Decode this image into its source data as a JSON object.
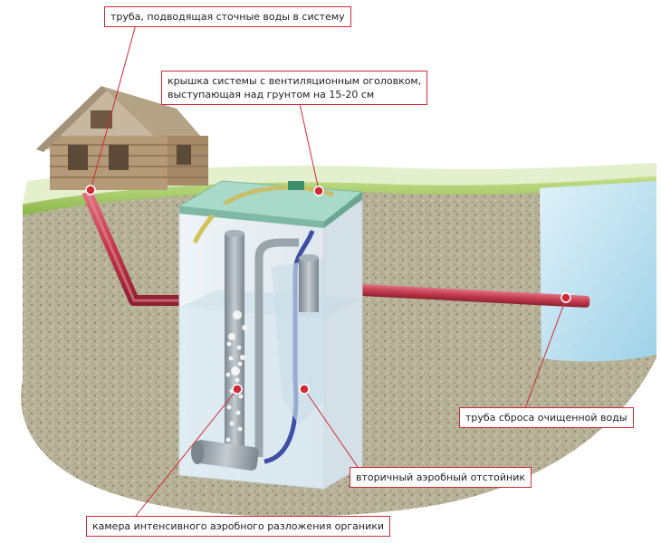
{
  "labels": {
    "inlet_pipe": "труба, подводящая сточные воды в систему",
    "lid_line1": "крышка системы с вентиляционным оголовком,",
    "lid_line2": "выступающая над грунтом на 15-20 см",
    "outlet_pipe": "труба сброса очищенной воды",
    "secondary_settler": "вторичный аэробный отстойник",
    "aeration_chamber": "камера интенсивного аэробного разложения органики"
  },
  "colors": {
    "callout_border": "#d02a38",
    "pipe": "#c43a4d",
    "grass": "#9cc45a",
    "soil": "#b9b49a",
    "water": "#bfe3f1",
    "tank_lid": "#9ed1c0",
    "aeration_pipe": "#8f9aa2",
    "blue_hose": "#3f4fa3"
  }
}
